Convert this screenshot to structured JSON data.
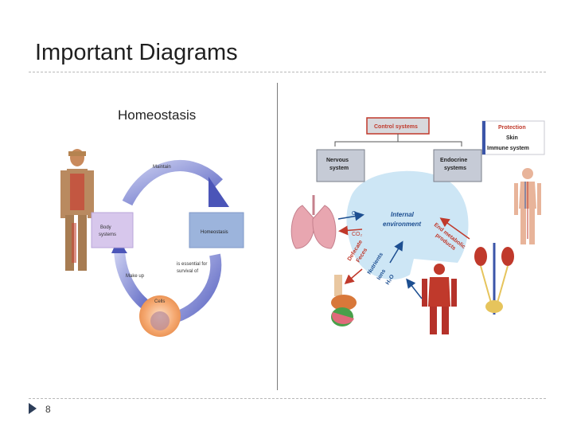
{
  "slide": {
    "title": "Important Diagrams",
    "page_number": "8"
  },
  "homeostasis": {
    "title": "Homeostasis",
    "maintain": "Maintain",
    "body_systems": [
      "Body",
      "systems"
    ],
    "homeostasis_box": "Homeostasis",
    "essential": [
      "is essential for",
      "survival of"
    ],
    "make_up": "Make up",
    "cells": "Cells"
  },
  "internal": {
    "control_systems": "Control systems",
    "nervous": [
      "Nervous",
      "system"
    ],
    "endocrine": [
      "Endocrine",
      "systems"
    ],
    "protection": [
      "Protection",
      "Skin",
      "Immune system"
    ],
    "internal_environment": [
      "Internal",
      "environment"
    ],
    "o2": "O₂",
    "co2": "CO₂",
    "defecate": [
      "Defecate",
      "Feces"
    ],
    "nutrients": [
      "Nutrients",
      "Ions",
      "H₂O"
    ],
    "end_metabolic": [
      "End metabolic",
      "products"
    ]
  },
  "colors": {
    "arrow_purple": "#6b72c8",
    "control_red": "#c0392b",
    "env_blue": "#cfe7f6",
    "box_gray": "#d9dde6"
  }
}
